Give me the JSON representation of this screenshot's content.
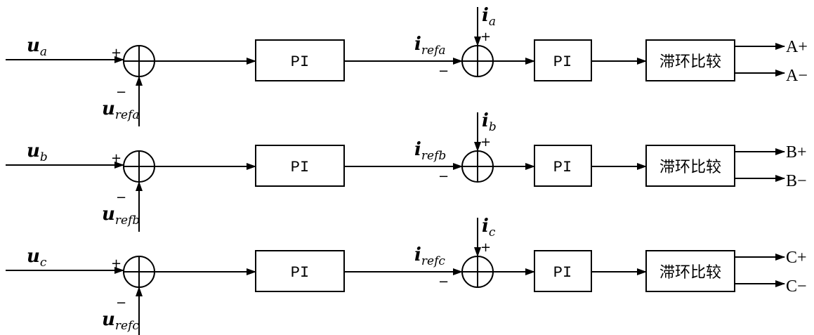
{
  "rows": [
    {
      "phase": "a",
      "input": {
        "main": "u",
        "sub": "a"
      },
      "ref_v": {
        "main": "u",
        "sub": "refa"
      },
      "ref_i": {
        "main": "i",
        "sub": "refa"
      },
      "fb_i": {
        "main": "i",
        "sub": "a"
      },
      "pi1": "PI",
      "pi2": "PI",
      "hyst": "滞环比较",
      "out_pos": "A+",
      "out_neg": "A−"
    },
    {
      "phase": "b",
      "input": {
        "main": "u",
        "sub": "b"
      },
      "ref_v": {
        "main": "u",
        "sub": "refb"
      },
      "ref_i": {
        "main": "i",
        "sub": "refb"
      },
      "fb_i": {
        "main": "i",
        "sub": "b"
      },
      "pi1": "PI",
      "pi2": "PI",
      "hyst": "滞环比较",
      "out_pos": "B+",
      "out_neg": "B−"
    },
    {
      "phase": "c",
      "input": {
        "main": "u",
        "sub": "c"
      },
      "ref_v": {
        "main": "u",
        "sub": "refc"
      },
      "ref_i": {
        "main": "i",
        "sub": "refc"
      },
      "fb_i": {
        "main": "i",
        "sub": "c"
      },
      "pi1": "PI",
      "pi2": "PI",
      "hyst": "滞环比较",
      "out_pos": "C+",
      "out_neg": "C−"
    }
  ],
  "signs": {
    "plus": "+",
    "minus": "−"
  }
}
